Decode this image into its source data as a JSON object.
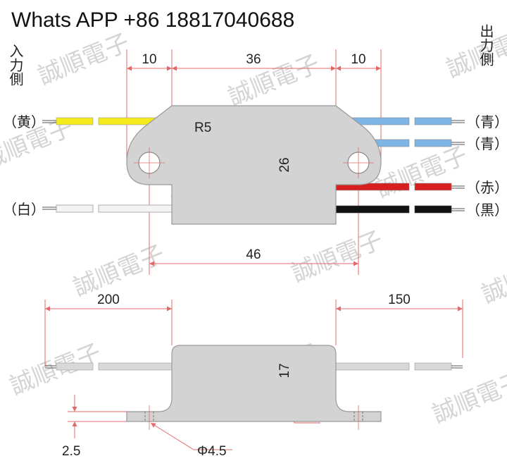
{
  "header": {
    "contact": "Whats APP +86 18817040688"
  },
  "side_labels": {
    "input_side": "入力側",
    "output_side": "出力側"
  },
  "wire_labels": {
    "yellow": "（黄）",
    "white": "（白）",
    "blue1": "（青）",
    "blue2": "（青）",
    "red": "（赤）",
    "black": "（黒）"
  },
  "dimensions": {
    "top_left_lead": "10",
    "body_length": "36",
    "top_right_lead": "10",
    "radius": "R5",
    "height": "26",
    "total_width": "46",
    "input_wire_length": "200",
    "output_wire_length": "150",
    "thickness": "17",
    "flange_thickness": "2.5",
    "hole_diameter": "Φ4.5"
  },
  "watermark": {
    "text": "誠順電子"
  },
  "colors": {
    "body": "#d3d3d3",
    "yellow": "#f4ea1c",
    "blue": "#7db6e6",
    "red": "#d81f1f",
    "black": "#111111",
    "white_wire": "#f4f4f4",
    "dimension_line": "#e06a6a"
  }
}
